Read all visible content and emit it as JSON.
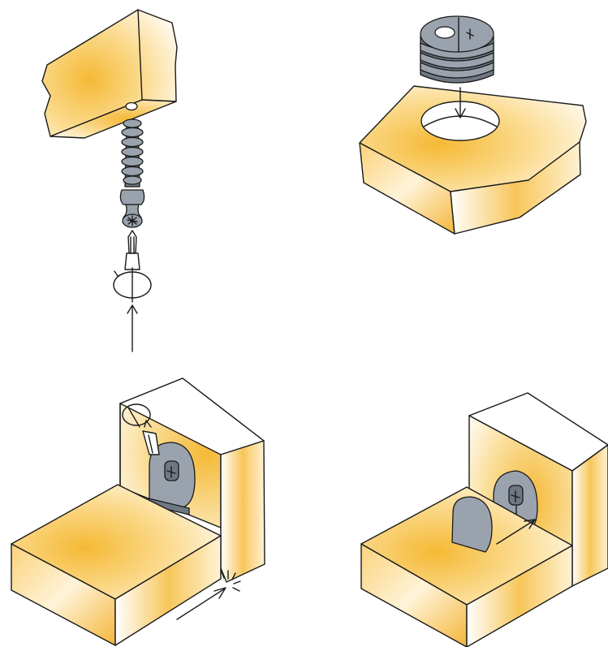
{
  "figure": {
    "steps": [
      {
        "id": "step-1",
        "action": "screw-dowel-into-panel",
        "tool": "screwdriver-icon",
        "motion": "rotate-clockwise"
      },
      {
        "id": "step-2",
        "action": "insert-cam-connector-into-hole",
        "motion": "press-down"
      },
      {
        "id": "step-3",
        "action": "join-panels-and-tighten",
        "tool": "screwdriver-icon",
        "motion": "push-together"
      },
      {
        "id": "step-4",
        "action": "cam-locks-dowel",
        "motion": "rotate-lock"
      }
    ],
    "colors": {
      "wood": "#f5b935",
      "wood_light": "#fff6e0",
      "metal": "#9aa3ad",
      "metal_dark": "#6e7782",
      "outline": "#1a1a1a"
    }
  }
}
